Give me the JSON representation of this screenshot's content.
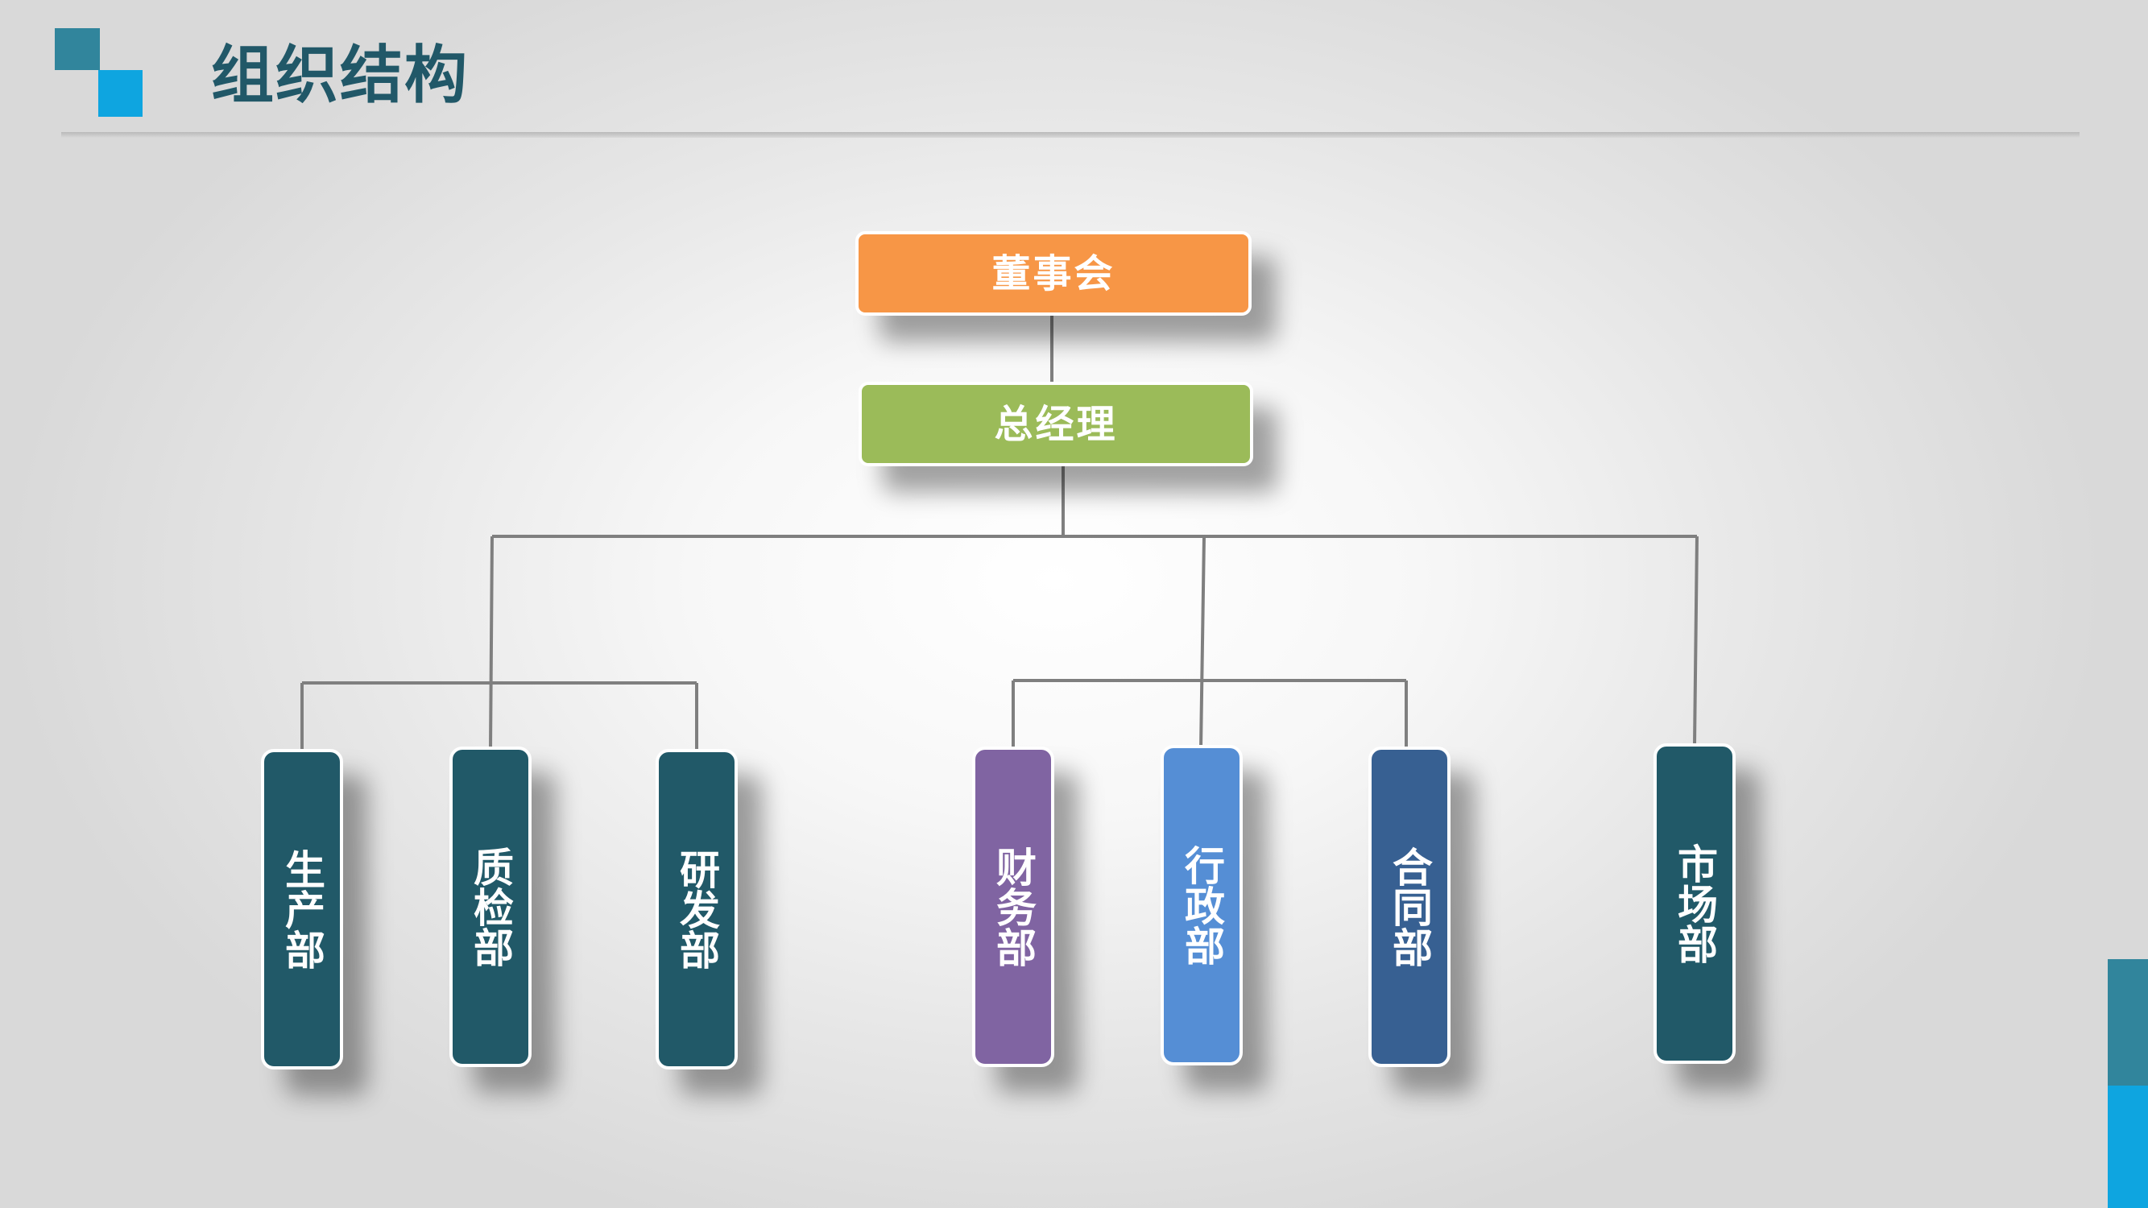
{
  "title": "组织结构",
  "nodes": {
    "board": {
      "label": "董事会",
      "color": "#f79646"
    },
    "general_manager": {
      "label": "总经理",
      "color": "#9bbb59"
    },
    "production": {
      "label": "生产部",
      "color": "#215968"
    },
    "quality": {
      "label": "质检部",
      "color": "#215968"
    },
    "rnd": {
      "label": "研发部",
      "color": "#215968"
    },
    "finance": {
      "label": "财务部",
      "color": "#8064a2"
    },
    "administration": {
      "label": "行政部",
      "color": "#558ed5"
    },
    "contract": {
      "label": "合同部",
      "color": "#376092"
    },
    "marketing": {
      "label": "市场部",
      "color": "#215968"
    }
  },
  "theme": {
    "title_color": "#215868",
    "accent_teal": "#31859c",
    "accent_blue": "#0ea5e0",
    "connector_color": "#7f7f7f"
  }
}
